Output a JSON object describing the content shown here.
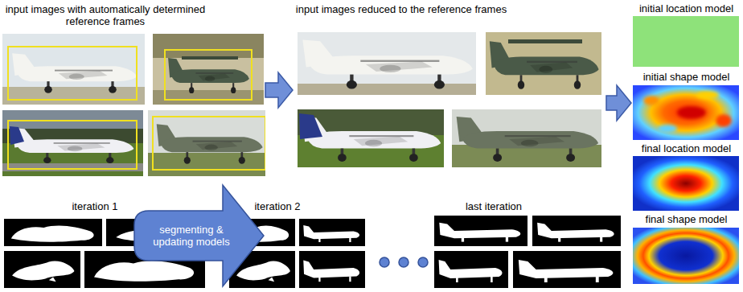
{
  "diagram": {
    "nodes": [
      {
        "text": [
          "input images with automatically determined reference frames"
        ]
      },
      {
        "text": [
          "input images reduced to the reference frames"
        ]
      },
      {
        "text": [
          "initial location model",
          "initial shape model",
          "final location model",
          "final shape model"
        ]
      },
      {
        "text": [
          "segmenting & updating models"
        ]
      }
    ],
    "edges": [
      {
        "from": 0,
        "to": 1,
        "arrow": "to"
      },
      {
        "from": 1,
        "to": 2,
        "arrow": "to"
      }
    ],
    "labels": [
      "iteration 1",
      "iteration 2",
      "last iteration"
    ]
  }
}
